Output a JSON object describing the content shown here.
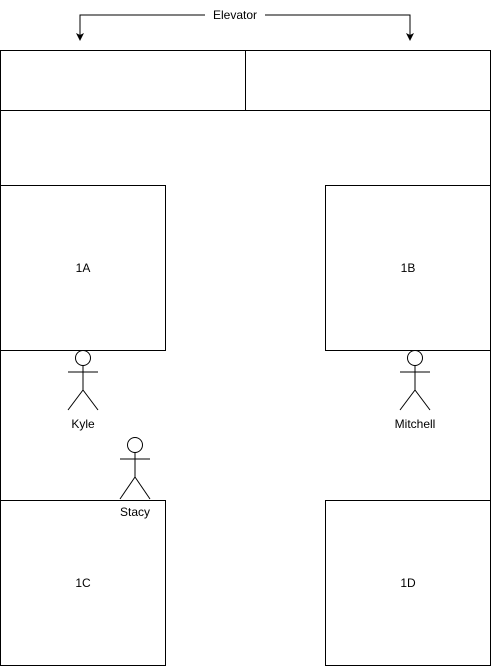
{
  "elevator": {
    "label": "Elevator"
  },
  "rooms": {
    "r1a": "1A",
    "r1b": "1B",
    "r1c": "1C",
    "r1d": "1D"
  },
  "people": {
    "kyle": "Kyle",
    "mitchell": "Mitchell",
    "stacy": "Stacy"
  }
}
